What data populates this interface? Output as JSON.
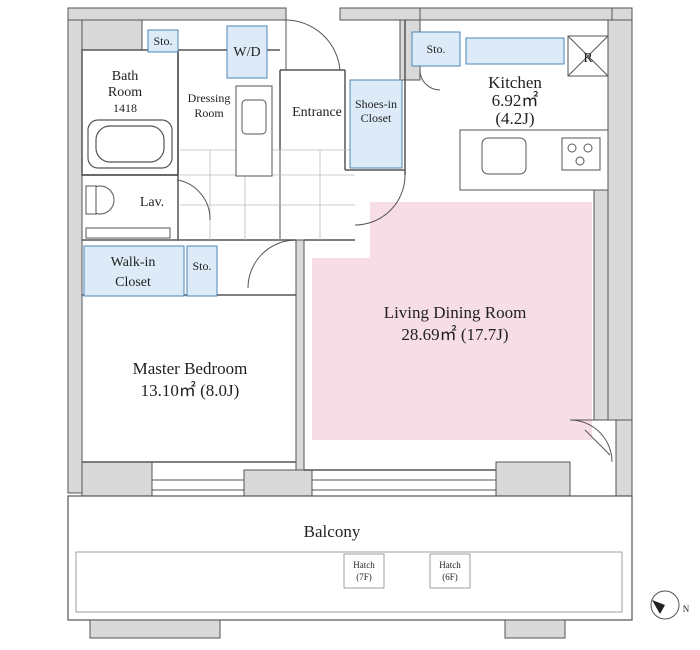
{
  "rooms": {
    "kitchen": {
      "name": "Kitchen",
      "area": "6.92㎡",
      "tatami": "(4.2J)"
    },
    "ldk": {
      "name": "Living Dining Room",
      "area": "28.69㎡ (17.7J)"
    },
    "master": {
      "name": "Master Bedroom",
      "area": "13.10㎡ (8.0J)"
    },
    "bath": {
      "line1": "Bath",
      "line2": "Room",
      "code": "1418"
    },
    "dressing": {
      "line1": "Dressing",
      "line2": "Room"
    },
    "entrance": {
      "name": "Entrance"
    },
    "shoes": {
      "line1": "Shoes-in",
      "line2": "Closet"
    },
    "walkin": {
      "line1": "Walk-in",
      "line2": "Closet"
    },
    "lav": {
      "name": "Lav."
    },
    "wd": {
      "name": "W/D"
    },
    "sto_top": {
      "name": "Sto."
    },
    "sto_kitchen": {
      "name": "Sto."
    },
    "sto_mid": {
      "name": "Sto."
    },
    "fridge": {
      "name": "R"
    },
    "balcony": {
      "name": "Balcony"
    }
  },
  "hatches": [
    {
      "label": "Hatch",
      "floor": "(7F)"
    },
    {
      "label": "Hatch",
      "floor": "(6F)"
    }
  ],
  "compass": {
    "label": "N"
  },
  "colors": {
    "wall": "#d9d9d9",
    "wall_stroke": "#555555",
    "living_highlight": "#f6dde6",
    "storage_blue": "#dcebf7",
    "storage_stroke": "#4a86b8"
  }
}
